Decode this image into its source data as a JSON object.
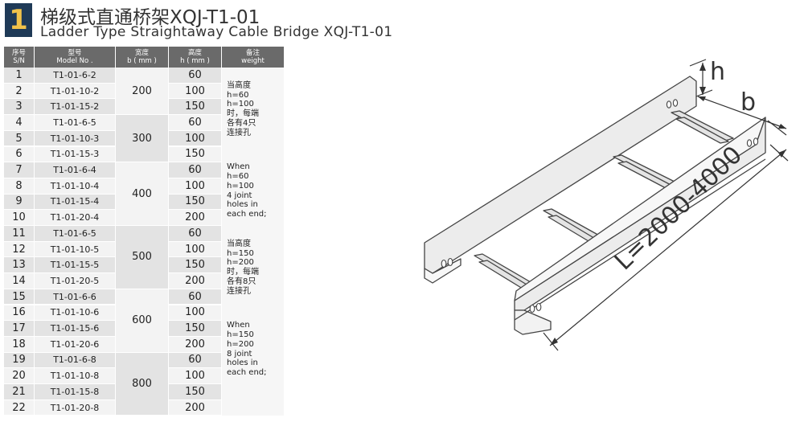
{
  "header": {
    "badge": "1",
    "title_cn": "梯级式直通桥架XQJ-T1-01",
    "title_en": "Ladder Type Straightaway Cable Bridge  XQJ-T1-01"
  },
  "table": {
    "headers": [
      {
        "cn": "序号",
        "en": "S/N"
      },
      {
        "cn": "型号",
        "en": "Model No ."
      },
      {
        "cn": "宽度",
        "en": "b ( mm )"
      },
      {
        "cn": "高度",
        "en": "h ( mm )"
      },
      {
        "cn": "备注",
        "en": "weight"
      }
    ],
    "rows": [
      {
        "sn": "1",
        "model": "T1-01-6-2",
        "h": "60"
      },
      {
        "sn": "2",
        "model": "T1-01-10-2",
        "h": "100"
      },
      {
        "sn": "3",
        "model": "T1-01-15-2",
        "h": "150"
      },
      {
        "sn": "4",
        "model": "T1-01-6-5",
        "h": "60"
      },
      {
        "sn": "5",
        "model": "T1-01-10-3",
        "h": "100"
      },
      {
        "sn": "6",
        "model": "T1-01-15-3",
        "h": "150"
      },
      {
        "sn": "7",
        "model": "T1-01-6-4",
        "h": "60"
      },
      {
        "sn": "8",
        "model": "T1-01-10-4",
        "h": "100"
      },
      {
        "sn": "9",
        "model": "T1-01-15-4",
        "h": "150"
      },
      {
        "sn": "10",
        "model": "T1-01-20-4",
        "h": "200"
      },
      {
        "sn": "11",
        "model": "T1-01-6-5",
        "h": "60"
      },
      {
        "sn": "12",
        "model": "T1-01-10-5",
        "h": "100"
      },
      {
        "sn": "13",
        "model": "T1-01-15-5",
        "h": "150"
      },
      {
        "sn": "14",
        "model": "T1-01-20-5",
        "h": "200"
      },
      {
        "sn": "15",
        "model": "T1-01-6-6",
        "h": "60"
      },
      {
        "sn": "16",
        "model": "T1-01-10-6",
        "h": "100"
      },
      {
        "sn": "17",
        "model": "T1-01-15-6",
        "h": "150"
      },
      {
        "sn": "18",
        "model": "T1-01-20-6",
        "h": "200"
      },
      {
        "sn": "19",
        "model": "T1-01-6-8",
        "h": "60"
      },
      {
        "sn": "20",
        "model": "T1-01-10-8",
        "h": "100"
      },
      {
        "sn": "21",
        "model": "T1-01-15-8",
        "h": "150"
      },
      {
        "sn": "22",
        "model": "T1-01-20-8",
        "h": "200"
      }
    ],
    "width_groups": [
      {
        "value": "200",
        "start": 0,
        "span": 3
      },
      {
        "value": "300",
        "start": 3,
        "span": 3
      },
      {
        "value": "400",
        "start": 6,
        "span": 4
      },
      {
        "value": "500",
        "start": 10,
        "span": 4
      },
      {
        "value": "600",
        "start": 14,
        "span": 4
      },
      {
        "value": "800",
        "start": 18,
        "span": 4
      }
    ],
    "notes": [
      {
        "text": "当高度\nh=60\nh=100\n时，每端\n各有4只\n连接孔",
        "start": 0.85
      },
      {
        "text": "When\nh=60\nh=100\n4 joint\nholes in\neach end;",
        "start": 6.0
      },
      {
        "text": "当高度\nh=150\nh=200\n时，每端\n各有8只\n连接孔",
        "start": 10.85
      },
      {
        "text": "When\nh=150\nh=200\n8 joint\nholes in\neach end;",
        "start": 16.0
      }
    ]
  },
  "diagram": {
    "label_h": "h",
    "label_b": "b",
    "label_l": "L=2000-4000",
    "line_color": "#444444",
    "fill_color": "#ececec"
  }
}
